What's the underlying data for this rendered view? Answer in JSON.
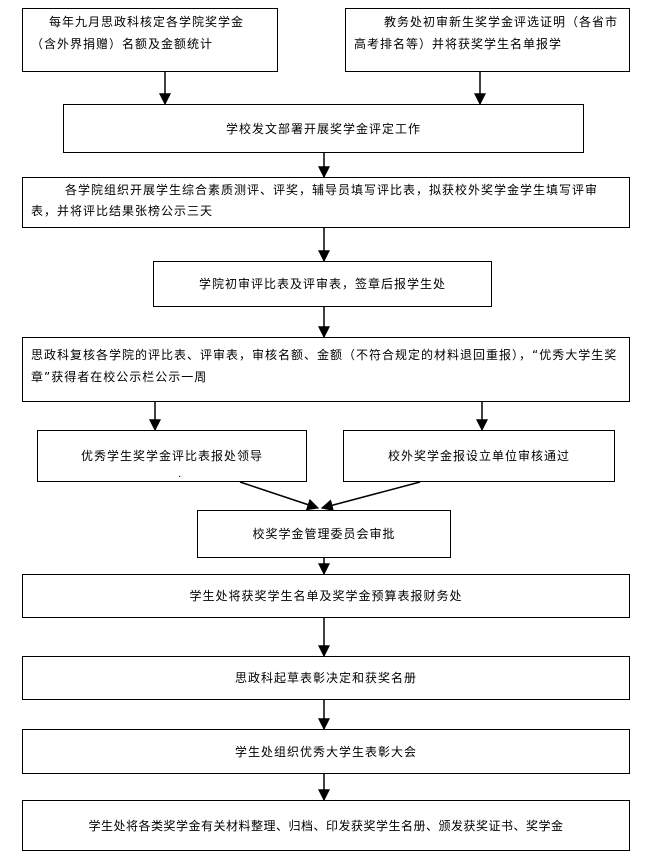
{
  "flow": {
    "node_top_left": "每年九月思政科核定各学院奖学金（含外界捐赠）名额及金额统计",
    "node_top_right": "教务处初审新生奖学金评选证明（各省市高考排名等）并将获奖学生名单报学",
    "node_school": "学校发文部署开展奖学金评定工作",
    "node_college": "各学院组织开展学生综合素质测评、评奖，辅导员填写评比表，拟获校外奖学金学生填写评审表，并将评比结果张榜公示三天",
    "node_college_review": "学院初审评比表及评审表，签章后报学生处",
    "node_political_review": "思政科复核各学院的评比表、评审表，审核名额、金额（不符合规定的材料退回重报），“优秀大学生奖章”获得者在校公示栏公示一周",
    "node_leader": "优秀学生奖学金评比表报处领导",
    "node_outside": "校外奖学金报设立单位审核通过",
    "node_committee": "校奖学金管理委员会审批",
    "node_finance": "学生处将获奖学生名单及奖学金预算表报财务处",
    "node_decision": "思政科起草表彰决定和获奖名册",
    "node_ceremony": "学生处组织优秀大学生表彰大会",
    "node_archive": "学生处将各类奖学金有关材料整理、归档、印发获奖学生名册、颁发获奖证书、奖学金"
  }
}
